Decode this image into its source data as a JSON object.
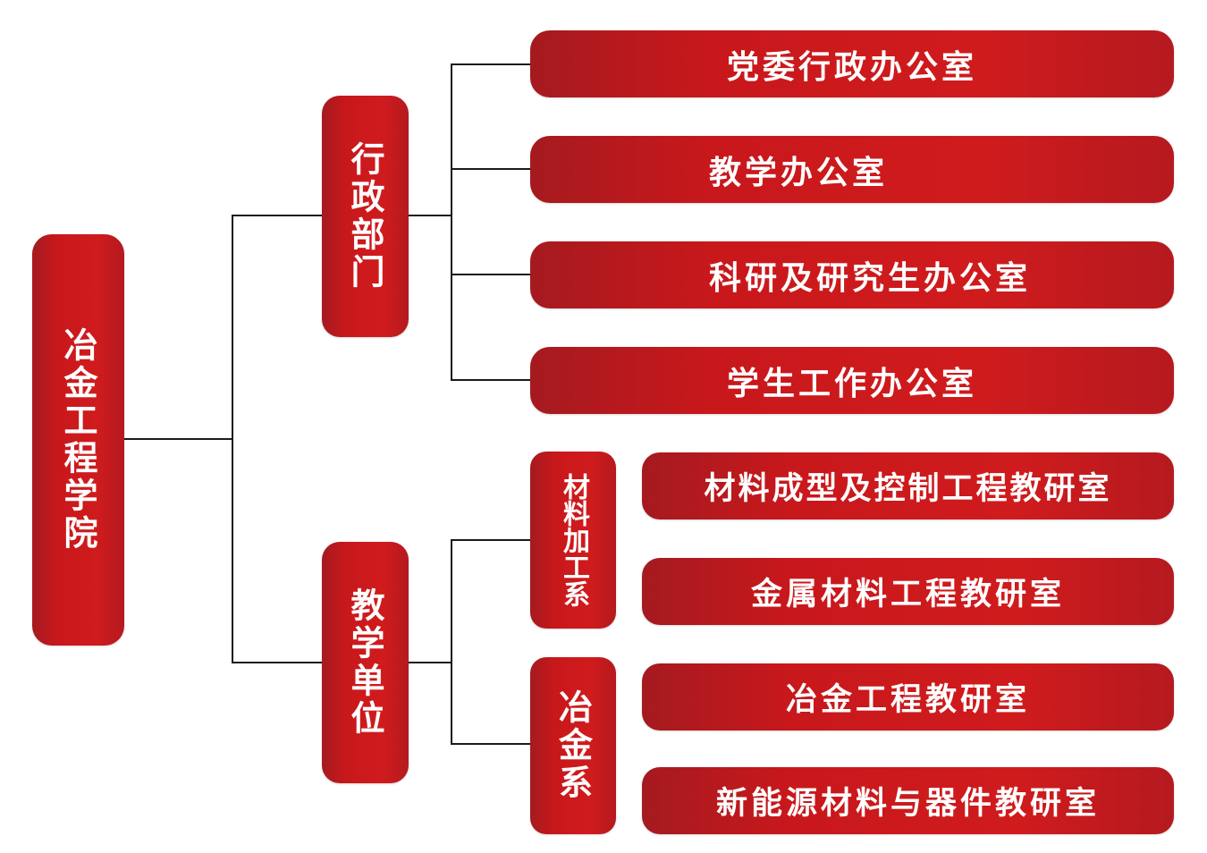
{
  "root": {
    "label": "冶金工程学院"
  },
  "branches": [
    {
      "label": "行政部门",
      "children": [
        "党委行政办公室",
        "教学办公室",
        "科研及研究生办公室",
        "学生工作办公室"
      ]
    },
    {
      "label": "教学单位",
      "departments": [
        {
          "label": "材料加工系",
          "offices": [
            "材料成型及控制工程教研室",
            "金属材料工程教研室"
          ]
        },
        {
          "label": "冶金系",
          "offices": [
            "冶金工程教研室",
            "新能源材料与器件教研室"
          ]
        }
      ]
    }
  ],
  "colors": {
    "box": "#c8181c",
    "box_dark": "#a51a1f",
    "line": "#1a1a1a",
    "text": "#ffffff"
  }
}
